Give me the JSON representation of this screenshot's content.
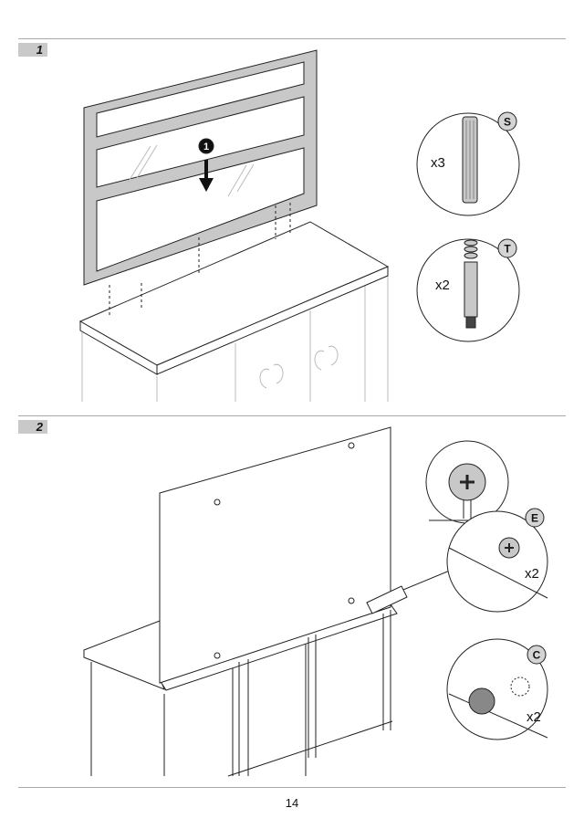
{
  "page_number": "14",
  "steps": [
    {
      "number": "1",
      "callout_number": "1",
      "parts": [
        {
          "letter": "S",
          "quantity": "x3",
          "icon": "dowel-icon"
        },
        {
          "letter": "T",
          "quantity": "x2",
          "icon": "cam-bolt-icon"
        }
      ]
    },
    {
      "number": "2",
      "parts": [
        {
          "letter": "E",
          "quantity": "x2",
          "icon": "screw-icon"
        },
        {
          "letter": "C",
          "quantity": "x2",
          "icon": "cover-cap-icon"
        }
      ]
    }
  ],
  "colors": {
    "frame": "#c8c8c8",
    "badge": "#c9c9c9",
    "line": "#222222"
  }
}
